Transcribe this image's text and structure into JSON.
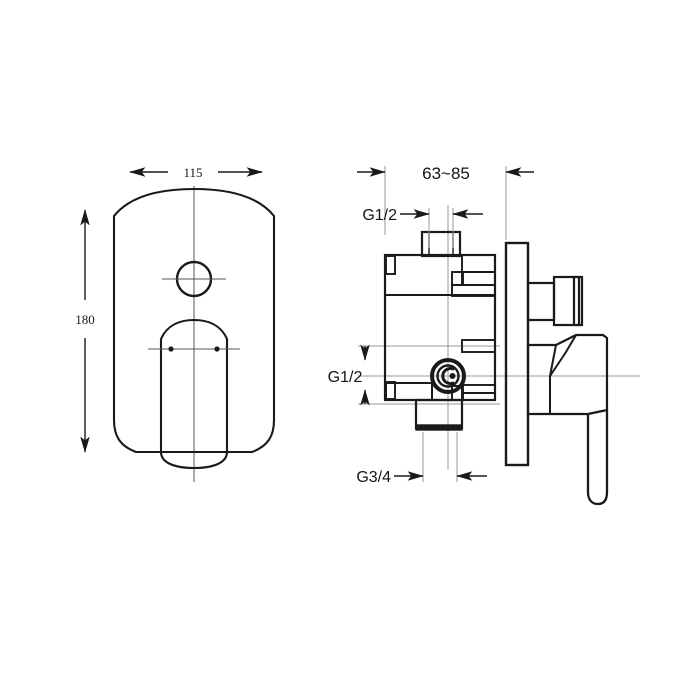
{
  "drawing": {
    "title": "Concealed Shower Mixer Valve Technical Drawing",
    "background_color": "#ffffff",
    "line_color": "#1a1a1a",
    "centerline_color": "#9a9a9a",
    "views": {
      "front": {
        "name": "front-elevation-view",
        "description": "Front view of escutcheon faceplate with diverter knob and lever handle"
      },
      "side": {
        "name": "side-section-view",
        "description": "Side section view of valve body, wall flange and lever handle"
      }
    },
    "dimensions": {
      "width": "115",
      "height": "180",
      "depth_range": "63~85",
      "inlet_thread_top": "G1/2",
      "inlet_thread_side": "G1/2",
      "outlet_thread_bottom": "G3/4"
    }
  }
}
